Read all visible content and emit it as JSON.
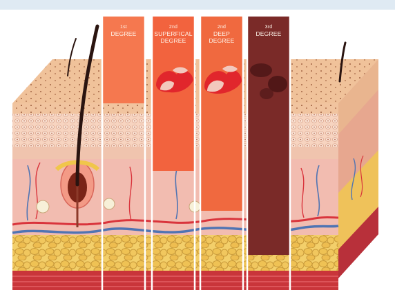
{
  "columns": [
    {
      "degree": "1st",
      "lines": [
        "DEGREE"
      ],
      "fill": "#f5784f"
    },
    {
      "degree": "2nd",
      "lines": [
        "SUPERFICAL",
        "DEGREE"
      ],
      "fill": "#f2633e"
    },
    {
      "degree": "2nd",
      "lines": [
        "DEEP",
        "DEGREE"
      ],
      "fill": "#f0693f"
    },
    {
      "degree": "3rd",
      "lines": [
        "DEGREE"
      ],
      "fill": "#7a2a28"
    }
  ],
  "colors": {
    "epidermis": "#f3c79f",
    "dermis": "#f2bcb0",
    "fat": "#f3cf6a",
    "muscle": "#c9353a",
    "artery": "#d9343c",
    "vein": "#4f74b3",
    "hair": "#2a1410"
  }
}
